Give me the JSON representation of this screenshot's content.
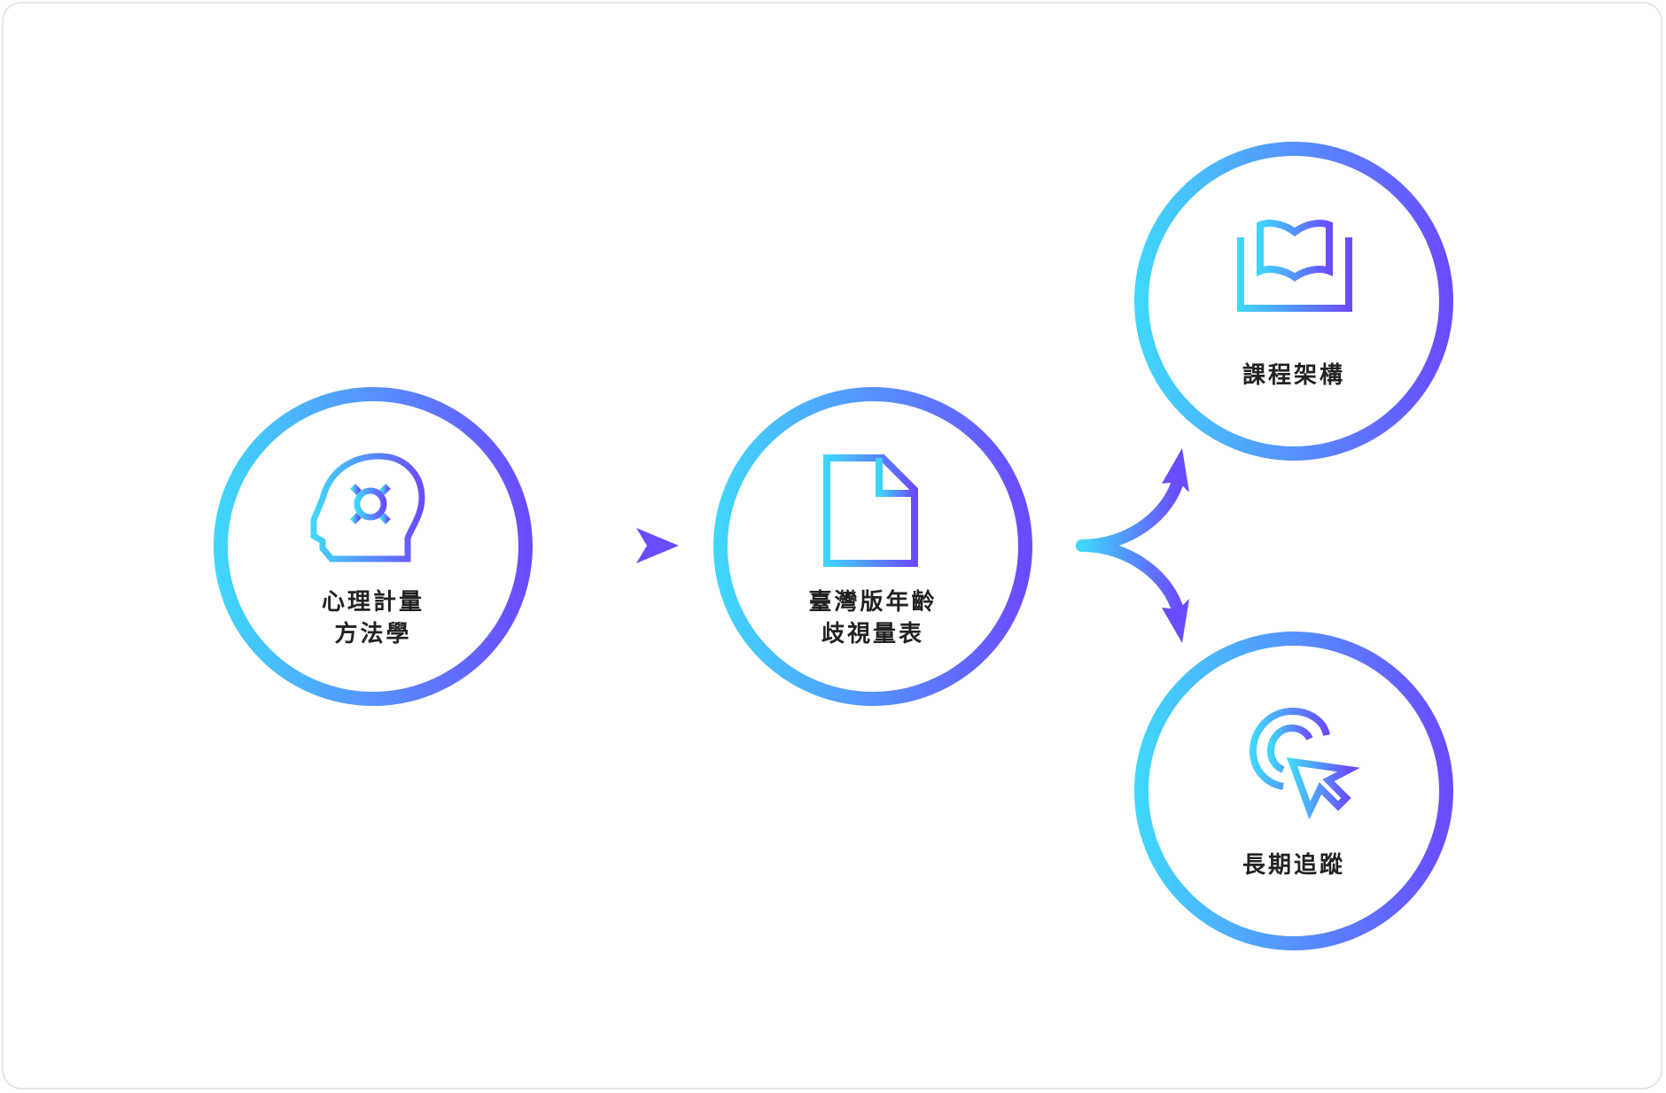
{
  "colors": {
    "gradient_start": "#40D6FB",
    "gradient_end": "#6A4CFF",
    "label_text": "#222222",
    "border": "#E6E6E6"
  },
  "nodes": [
    {
      "id": "psychometrics",
      "icon": "head-gear-icon",
      "lines": [
        "心理計量",
        "方法學"
      ]
    },
    {
      "id": "scale",
      "icon": "document-icon",
      "lines": [
        "臺灣版年齡",
        "歧視量表"
      ]
    },
    {
      "id": "curriculum",
      "icon": "monitor-book-icon",
      "lines": [
        "課程架構"
      ]
    },
    {
      "id": "tracking",
      "icon": "target-cursor-icon",
      "lines": [
        "長期追蹤"
      ]
    }
  ],
  "edges": [
    {
      "from": "psychometrics",
      "to": "scale"
    },
    {
      "from": "scale",
      "to": "curriculum"
    },
    {
      "from": "scale",
      "to": "tracking"
    }
  ]
}
